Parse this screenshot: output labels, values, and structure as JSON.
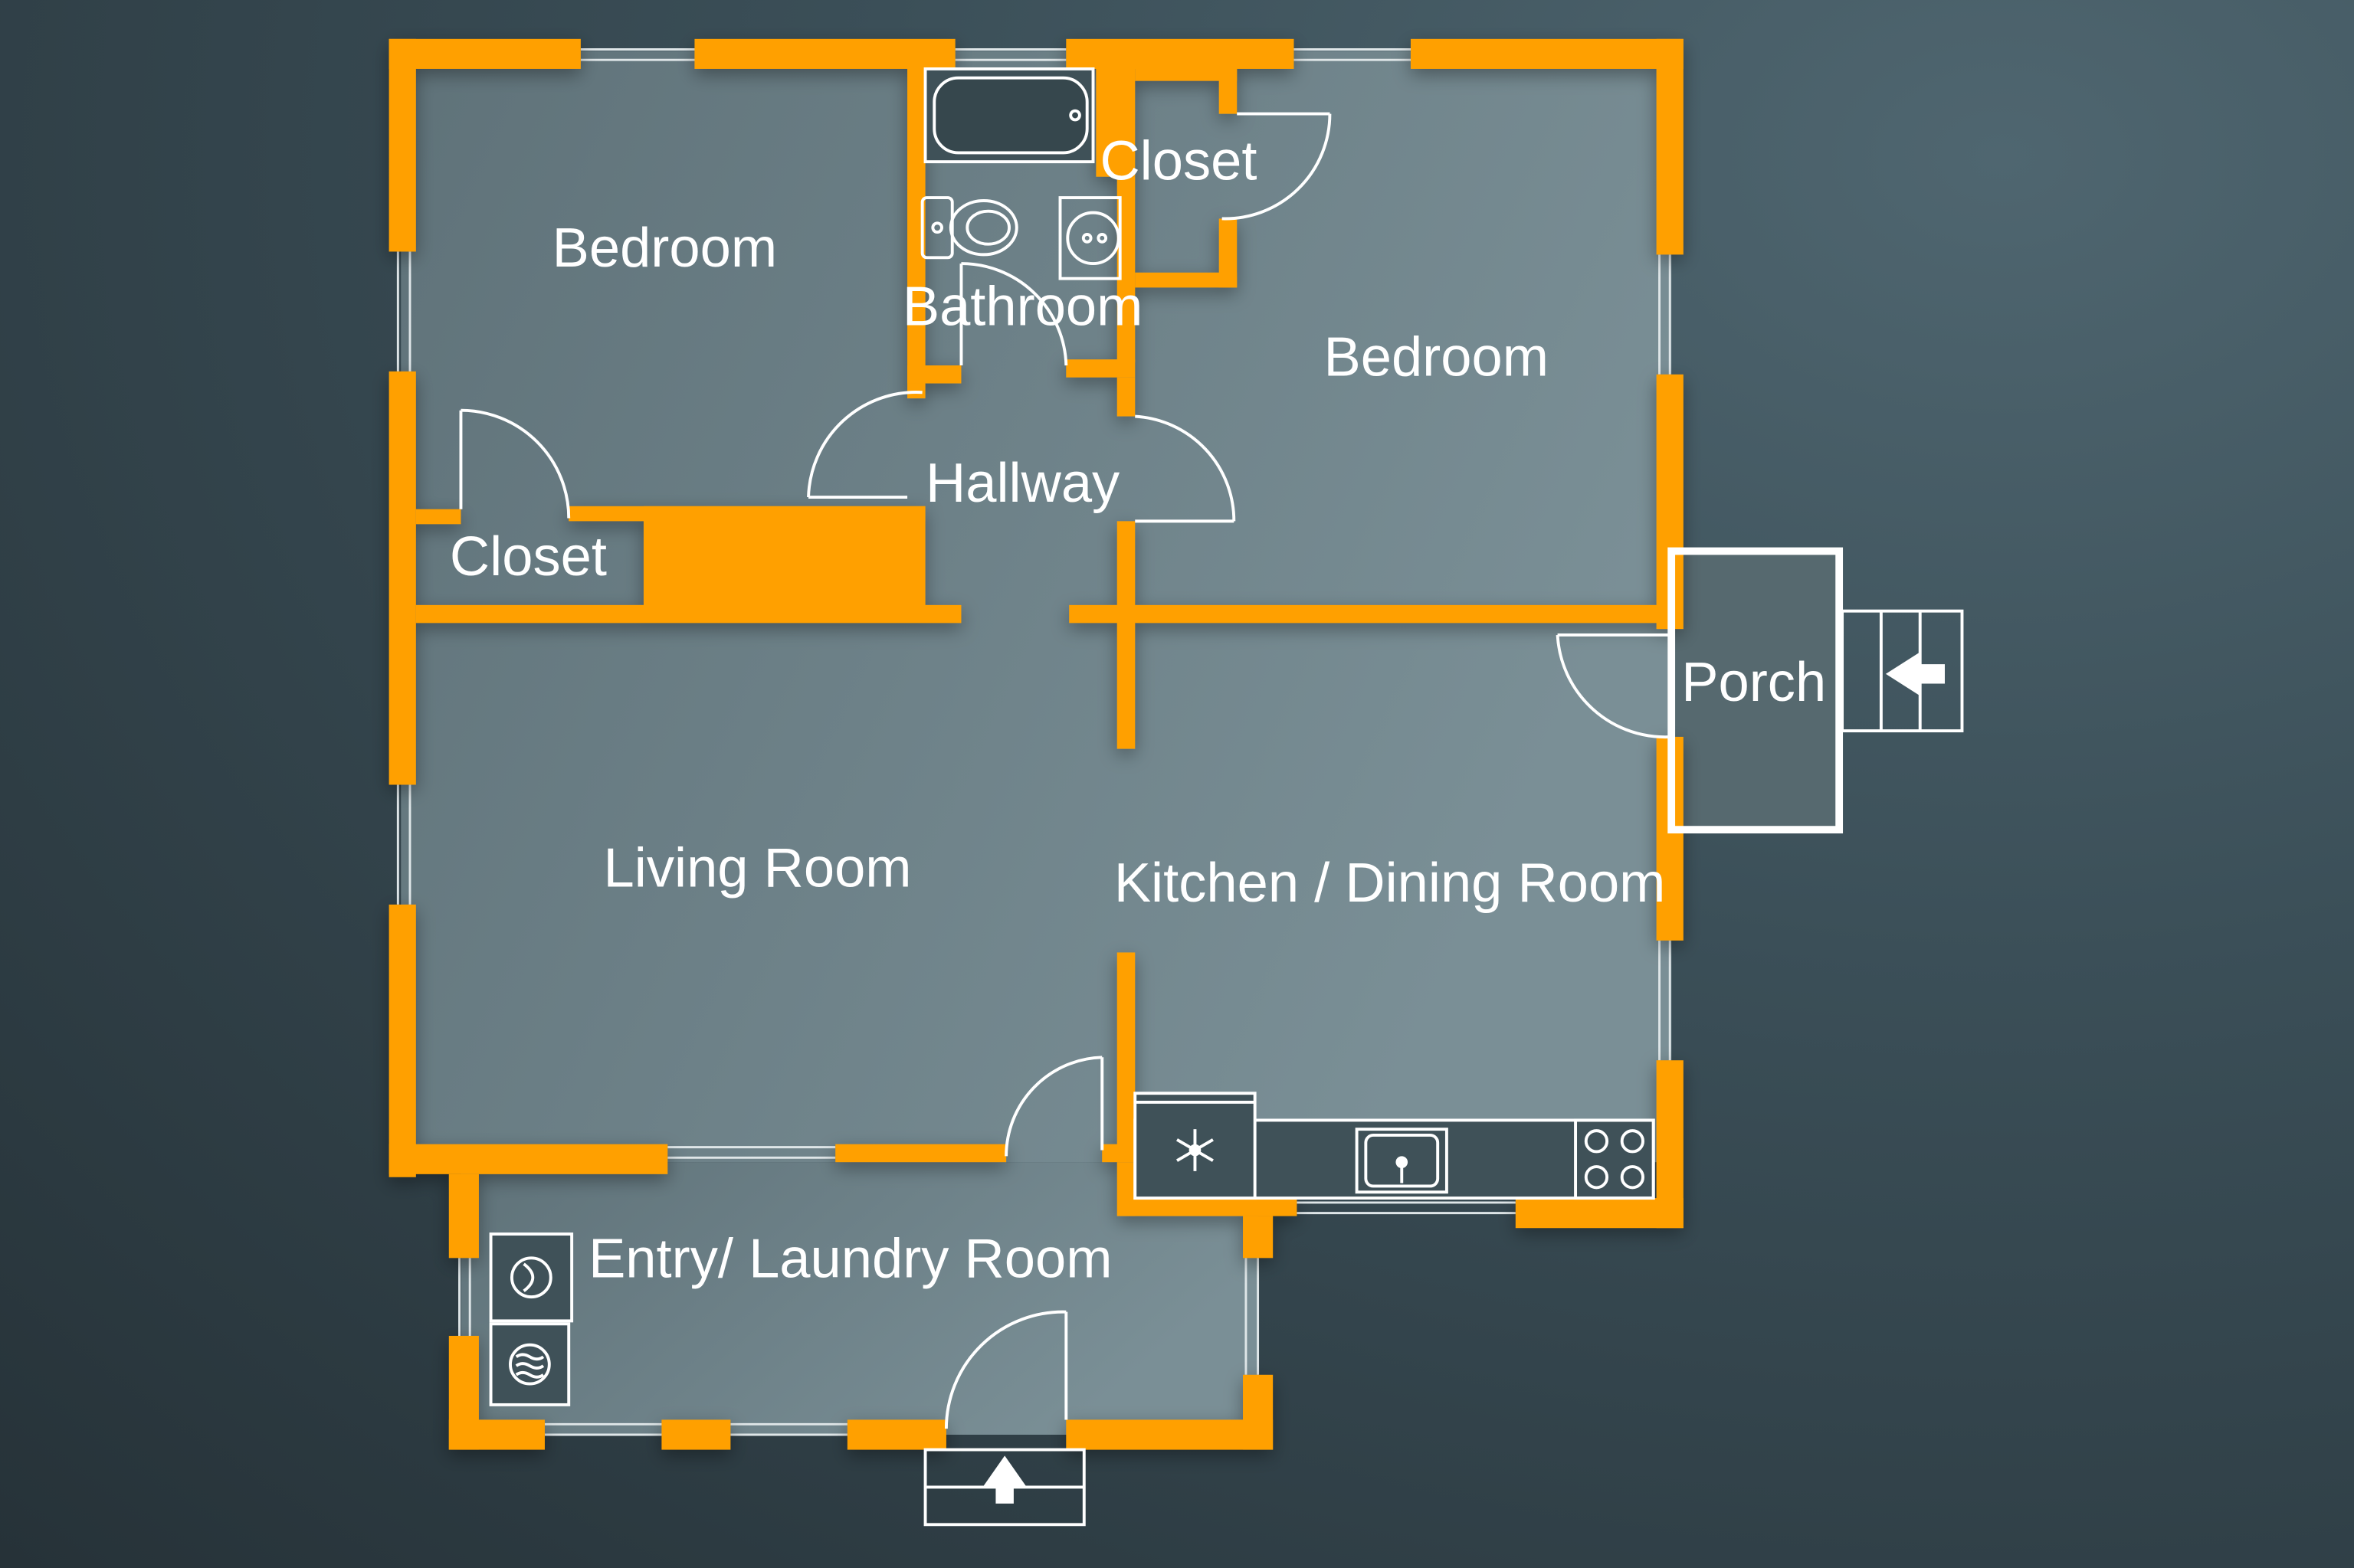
{
  "rooms": {
    "bedroom_left": "Bedroom",
    "bathroom": "Bathroom",
    "closet_top": "Closet",
    "bedroom_right": "Bedroom",
    "hallway": "Hallway",
    "closet_left": "Closet",
    "living_room": "Living Room",
    "porch": "Porch",
    "kitchen": "Kitchen / Dining Room",
    "entry": "Entry/ Laundry Room"
  },
  "colors": {
    "wall": "#ffa000",
    "floor": "#6b7f86",
    "fixture": "#ffffff",
    "background": "#2f3f46"
  },
  "icons": {
    "entry_arrow": "arrow-up-icon",
    "porch_arrow": "arrow-left-icon",
    "fridge": "snowflake-icon",
    "washer": "washer-icon",
    "dryer": "dryer-icon"
  }
}
